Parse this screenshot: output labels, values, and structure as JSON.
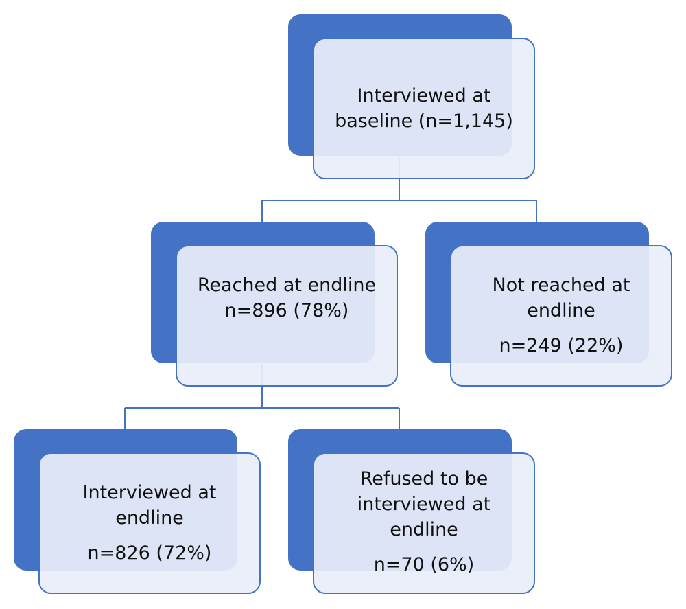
{
  "nodes": {
    "root": {
      "lines": [
        "Interviewed at",
        "baseline (n=1,145)"
      ]
    },
    "reached": {
      "lines": [
        "Reached at endline",
        "n=896 (78%)"
      ]
    },
    "not_reached": {
      "lines": [
        "Not reached at",
        "endline"
      ],
      "count": "n=249 (22%)"
    },
    "interviewed_endline": {
      "lines": [
        "Interviewed at",
        "endline"
      ],
      "count": "n=826 (72%)"
    },
    "refused": {
      "lines": [
        "Refused to be",
        "interviewed at",
        "endline"
      ],
      "count": "n=70 (6%)"
    }
  },
  "colors": {
    "accent": "#4472c4",
    "box_fill": "#e9eef8",
    "text": "#111111"
  }
}
